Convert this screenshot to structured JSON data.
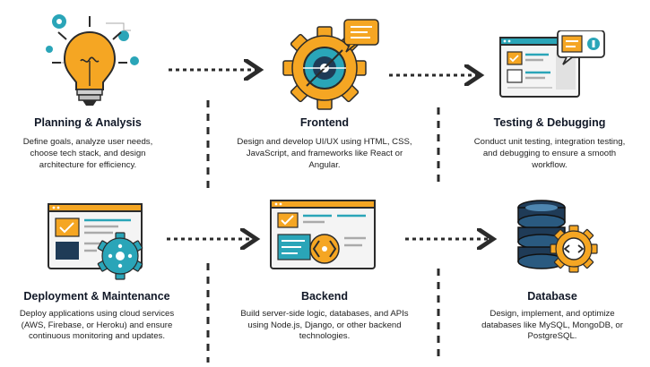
{
  "colors": {
    "orange": "#F5A623",
    "teal": "#2AA5B8",
    "dark_navy": "#1F3B57",
    "dark": "#2B2B2B",
    "light_gray": "#E6E6E6"
  },
  "steps": [
    {
      "id": "planning",
      "title": "Planning & Analysis",
      "description": "Define goals, analyze user needs, choose tech stack, and design architecture for efficiency.",
      "icon": "lightbulb-icon"
    },
    {
      "id": "frontend",
      "title": "Frontend",
      "description": "Design and develop UI/UX using HTML, CSS, JavaScript, and frameworks like React or Angular.",
      "icon": "gear-icon"
    },
    {
      "id": "testing",
      "title": "Testing & Debugging",
      "description": "Conduct unit testing, integration testing, and debugging to ensure a smooth workflow.",
      "icon": "monitor-icon"
    },
    {
      "id": "deployment",
      "title": "Deployment & Maintenance",
      "description": "Deploy applications using cloud services (AWS, Firebase, or Heroku) and ensure continuous monitoring and updates.",
      "icon": "dashboard-gear-icon"
    },
    {
      "id": "backend",
      "title": "Backend",
      "description": "Build server-side logic, databases, and APIs using Node.js, Django, or other backend technologies.",
      "icon": "browser-code-icon"
    },
    {
      "id": "database",
      "title": "Database",
      "description": "Design, implement, and optimize databases like MySQL, MongoDB, or PostgreSQL.",
      "icon": "database-icon"
    }
  ]
}
